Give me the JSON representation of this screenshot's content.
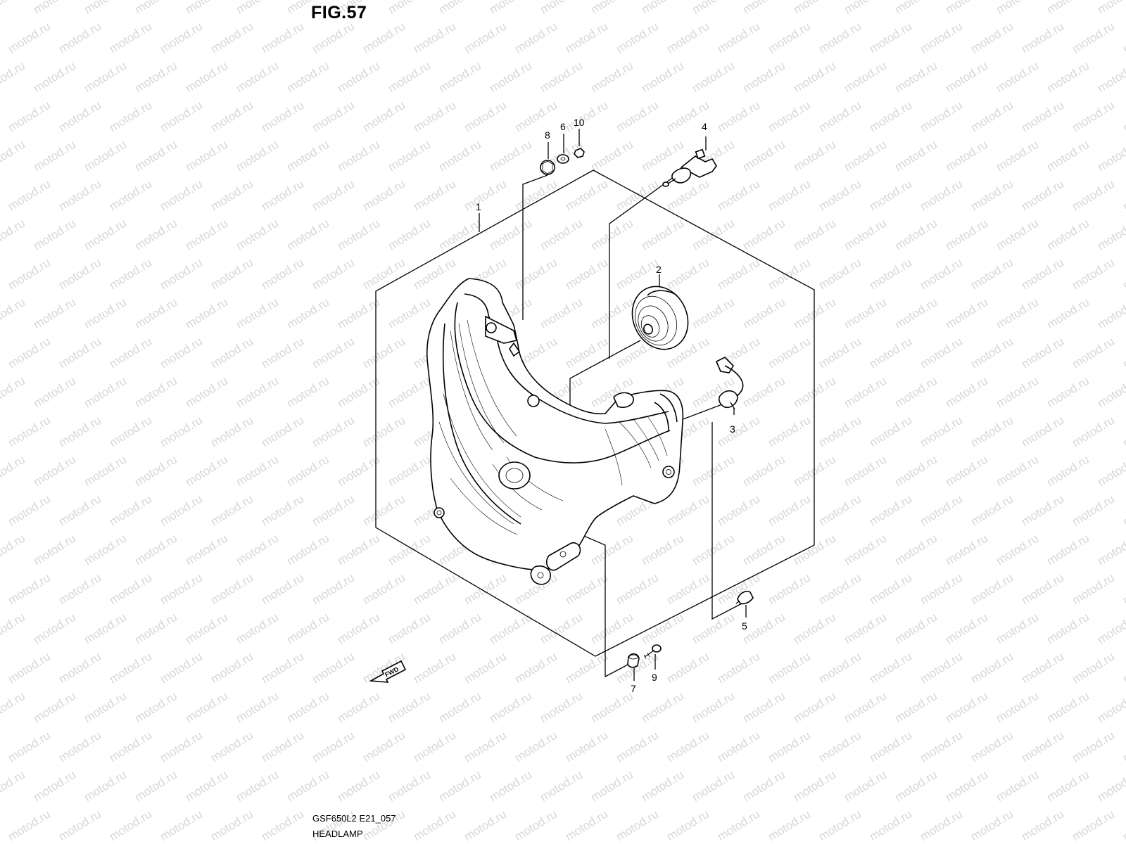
{
  "figure": {
    "label": "FIG.57",
    "code": "GSF650L2 E21_057",
    "title": "HEADLAMP"
  },
  "watermark": {
    "text": "motod.ru",
    "color": "#d7d7d7"
  },
  "callouts": [
    "1",
    "2",
    "3",
    "4",
    "5",
    "6",
    "7",
    "8",
    "9",
    "10"
  ],
  "direction_arrow": {
    "label": "FWD",
    "icon": "fwd-arrow-icon"
  },
  "colors": {
    "line": "#000000",
    "background": "#ffffff"
  }
}
